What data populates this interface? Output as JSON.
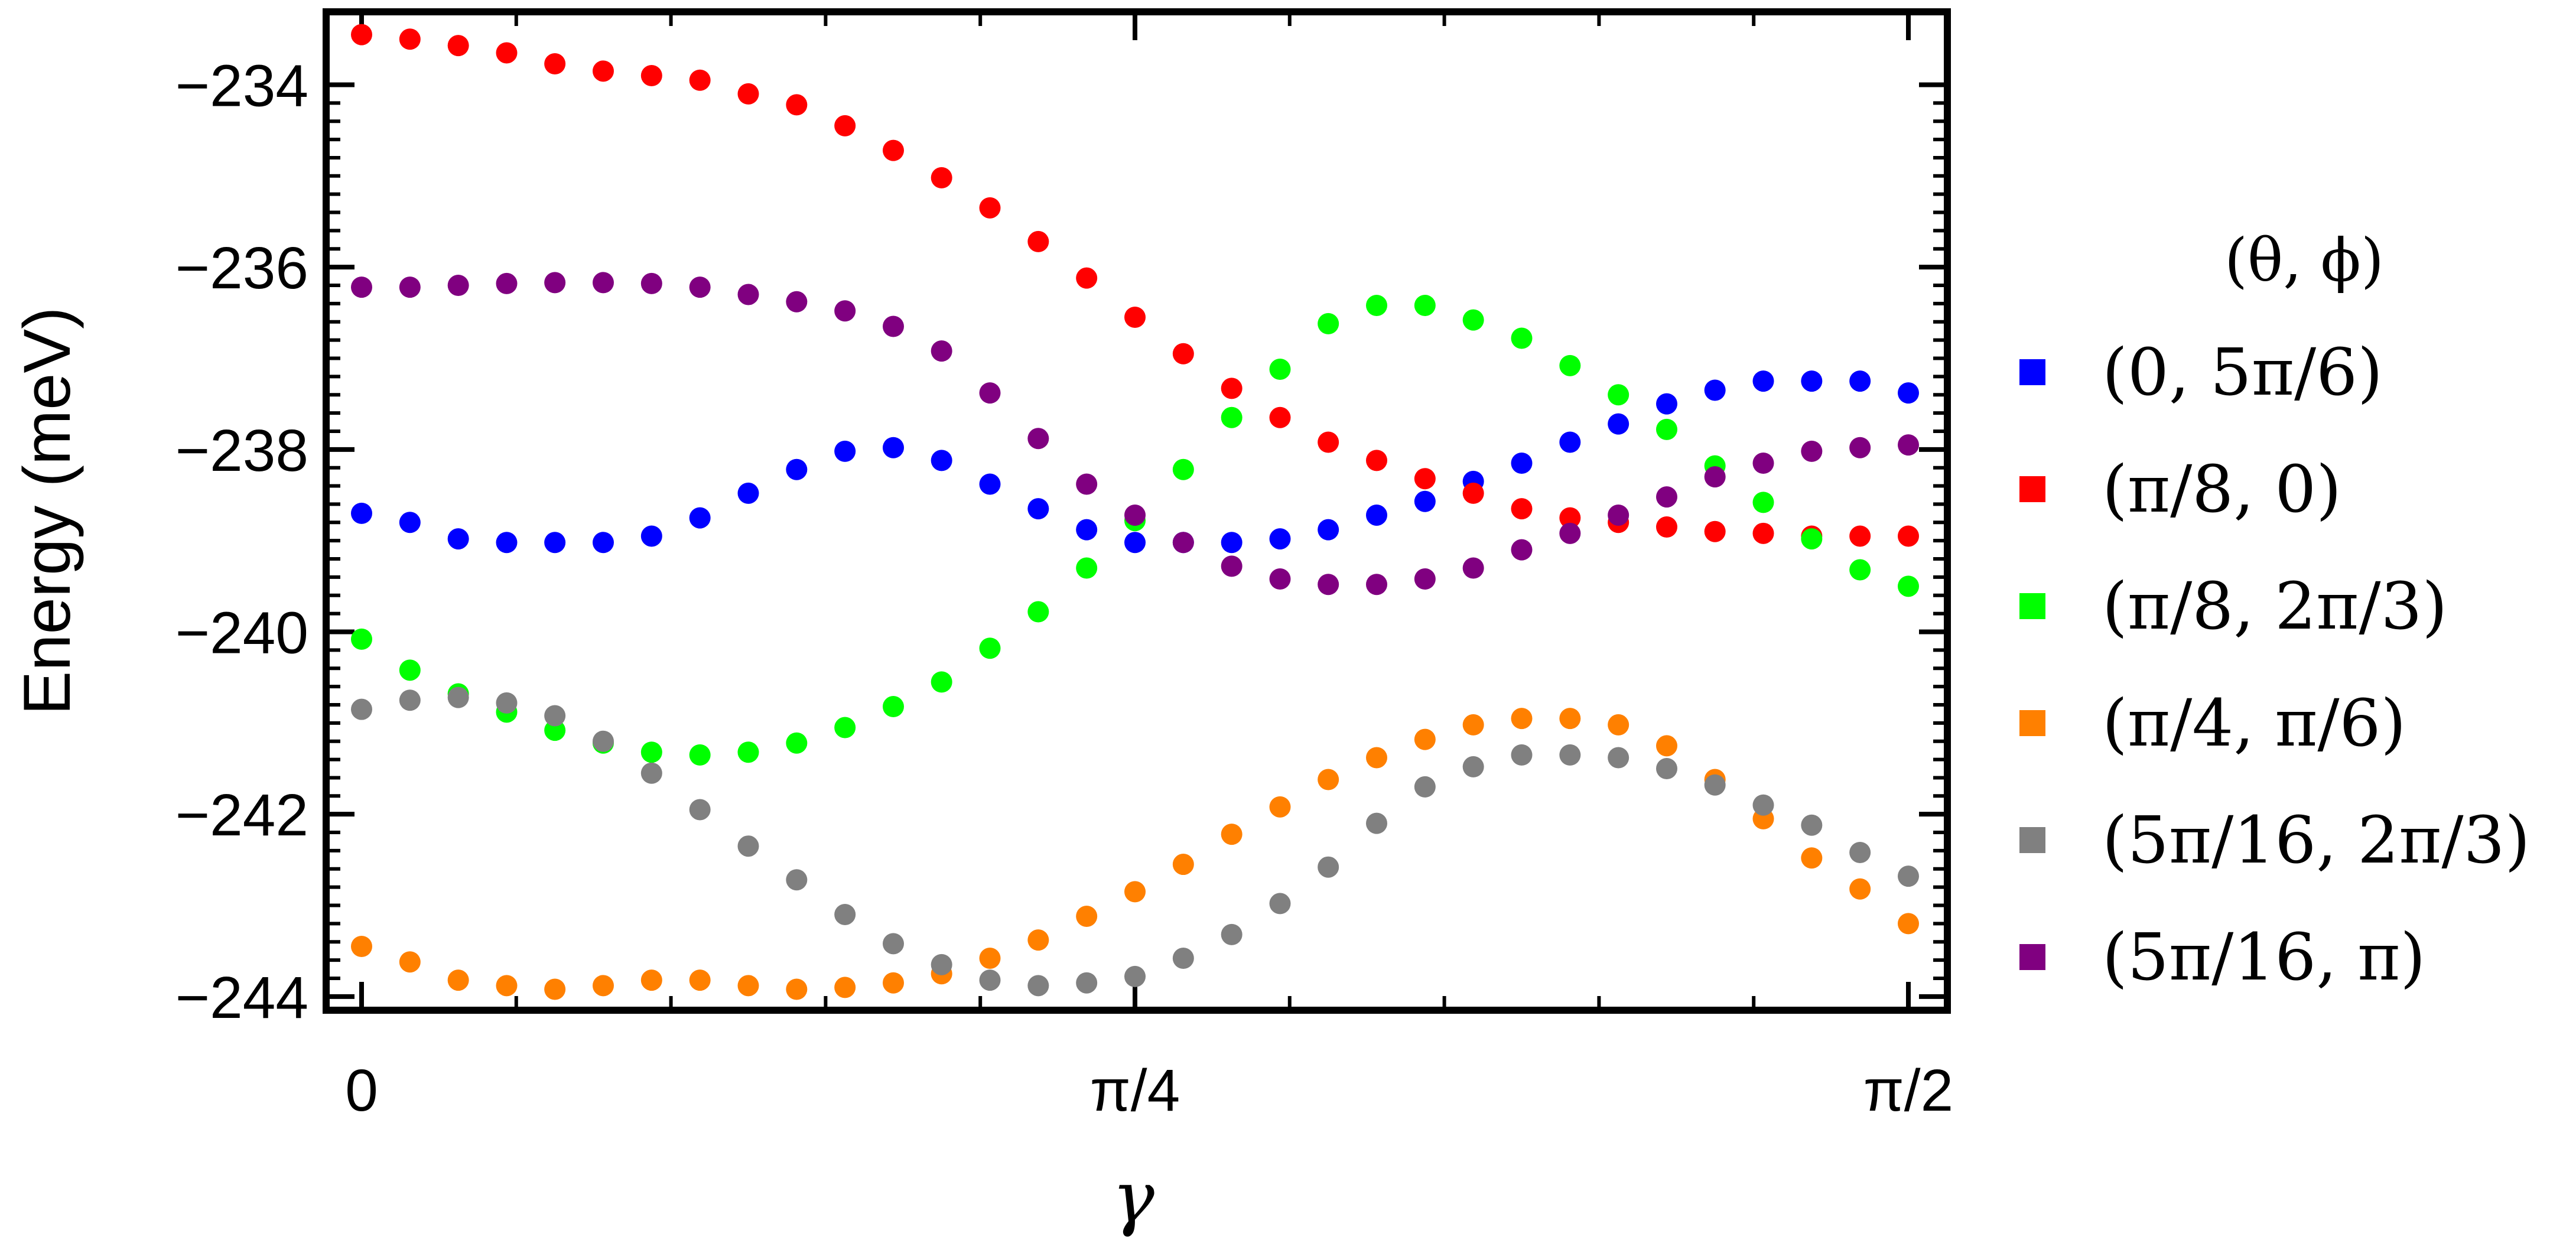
{
  "chart_data": {
    "type": "scatter",
    "xlabel": "γ",
    "ylabel": "Energy (meV)",
    "xlim": [
      0,
      1.5708
    ],
    "ylim": [
      -244.15,
      -233.2
    ],
    "x_ticks": [
      {
        "value": 0,
        "label": "0"
      },
      {
        "value": 0.7854,
        "label": "π/4"
      },
      {
        "value": 1.5708,
        "label": "π/2"
      }
    ],
    "y_ticks": [
      {
        "value": -244,
        "label": "−244"
      },
      {
        "value": -242,
        "label": "−242"
      },
      {
        "value": -240,
        "label": "−240"
      },
      {
        "value": -238,
        "label": "−238"
      },
      {
        "value": -236,
        "label": "−236"
      },
      {
        "value": -234,
        "label": "−234"
      }
    ],
    "grid": false,
    "legend_title": "(θ, ϕ)",
    "legend_position": "right",
    "x": [
      0,
      0.0491,
      0.0982,
      0.1473,
      0.1963,
      0.2454,
      0.2945,
      0.3436,
      0.3927,
      0.4418,
      0.4909,
      0.54,
      0.589,
      0.6381,
      0.6872,
      0.7363,
      0.7854,
      0.8345,
      0.8836,
      0.9327,
      0.9817,
      1.0308,
      1.0799,
      1.129,
      1.1781,
      1.2272,
      1.2763,
      1.3254,
      1.3744,
      1.4235,
      1.4726,
      1.5217,
      1.5708
    ],
    "series": [
      {
        "name": "(0, 5π/6)",
        "color": "#0000ff",
        "values": [
          -238.7,
          -238.8,
          -238.98,
          -239.02,
          -239.02,
          -239.02,
          -238.95,
          -238.75,
          -238.48,
          -238.22,
          -238.02,
          -237.98,
          -238.12,
          -238.38,
          -238.65,
          -238.88,
          -239.02,
          -239.02,
          -239.02,
          -238.98,
          -238.88,
          -238.72,
          -238.57,
          -238.35,
          -238.15,
          -237.92,
          -237.72,
          -237.5,
          -237.35,
          -237.25,
          -237.25,
          -237.25,
          -237.38
        ]
      },
      {
        "name": "(π/8, 0)",
        "color": "#ff0000",
        "values": [
          -233.45,
          -233.5,
          -233.57,
          -233.65,
          -233.77,
          -233.85,
          -233.9,
          -233.95,
          -234.1,
          -234.22,
          -234.45,
          -234.72,
          -235.02,
          -235.35,
          -235.72,
          -236.12,
          -236.55,
          -236.95,
          -237.33,
          -237.65,
          -237.92,
          -238.12,
          -238.32,
          -238.48,
          -238.65,
          -238.75,
          -238.8,
          -238.85,
          -238.9,
          -238.92,
          -238.95,
          -238.95,
          -238.95
        ]
      },
      {
        "name": "(π/8, 2π/3)",
        "color": "#00ff00",
        "values": [
          -240.08,
          -240.42,
          -240.68,
          -240.88,
          -241.08,
          -241.22,
          -241.32,
          -241.35,
          -241.32,
          -241.22,
          -241.05,
          -240.82,
          -240.55,
          -240.18,
          -239.78,
          -239.3,
          -238.78,
          -238.22,
          -237.65,
          -237.12,
          -236.62,
          -236.42,
          -236.42,
          -236.58,
          -236.78,
          -237.08,
          -237.4,
          -237.78,
          -238.18,
          -238.58,
          -238.98,
          -239.32,
          -239.5
        ]
      },
      {
        "name": "(π/4, π/6)",
        "color": "#ff8000",
        "values": [
          -243.45,
          -243.62,
          -243.82,
          -243.88,
          -243.92,
          -243.88,
          -243.82,
          -243.82,
          -243.88,
          -243.92,
          -243.9,
          -243.85,
          -243.75,
          -243.58,
          -243.38,
          -243.12,
          -242.85,
          -242.55,
          -242.22,
          -241.92,
          -241.62,
          -241.38,
          -241.18,
          -241.02,
          -240.95,
          -240.95,
          -241.02,
          -241.25,
          -241.62,
          -242.05,
          -242.48,
          -242.82,
          -243.2
        ]
      },
      {
        "name": "(5π/16, 2π/3)",
        "color": "#808080",
        "values": [
          -240.85,
          -240.75,
          -240.72,
          -240.78,
          -240.92,
          -241.2,
          -241.55,
          -241.95,
          -242.35,
          -242.72,
          -243.1,
          -243.42,
          -243.65,
          -243.82,
          -243.88,
          -243.85,
          -243.78,
          -243.58,
          -243.32,
          -242.98,
          -242.58,
          -242.1,
          -241.7,
          -241.48,
          -241.35,
          -241.35,
          -241.38,
          -241.5,
          -241.68,
          -241.9,
          -242.12,
          -242.42,
          -242.68
        ]
      },
      {
        "name": "(5π/16, π)",
        "color": "#800080",
        "values": [
          -236.22,
          -236.22,
          -236.2,
          -236.18,
          -236.17,
          -236.17,
          -236.18,
          -236.22,
          -236.3,
          -236.38,
          -236.48,
          -236.65,
          -236.92,
          -237.38,
          -237.88,
          -238.38,
          -238.72,
          -239.02,
          -239.28,
          -239.42,
          -239.48,
          -239.48,
          -239.42,
          -239.3,
          -239.1,
          -238.92,
          -238.72,
          -238.52,
          -238.3,
          -238.15,
          -238.02,
          -237.98,
          -237.95
        ]
      }
    ]
  }
}
